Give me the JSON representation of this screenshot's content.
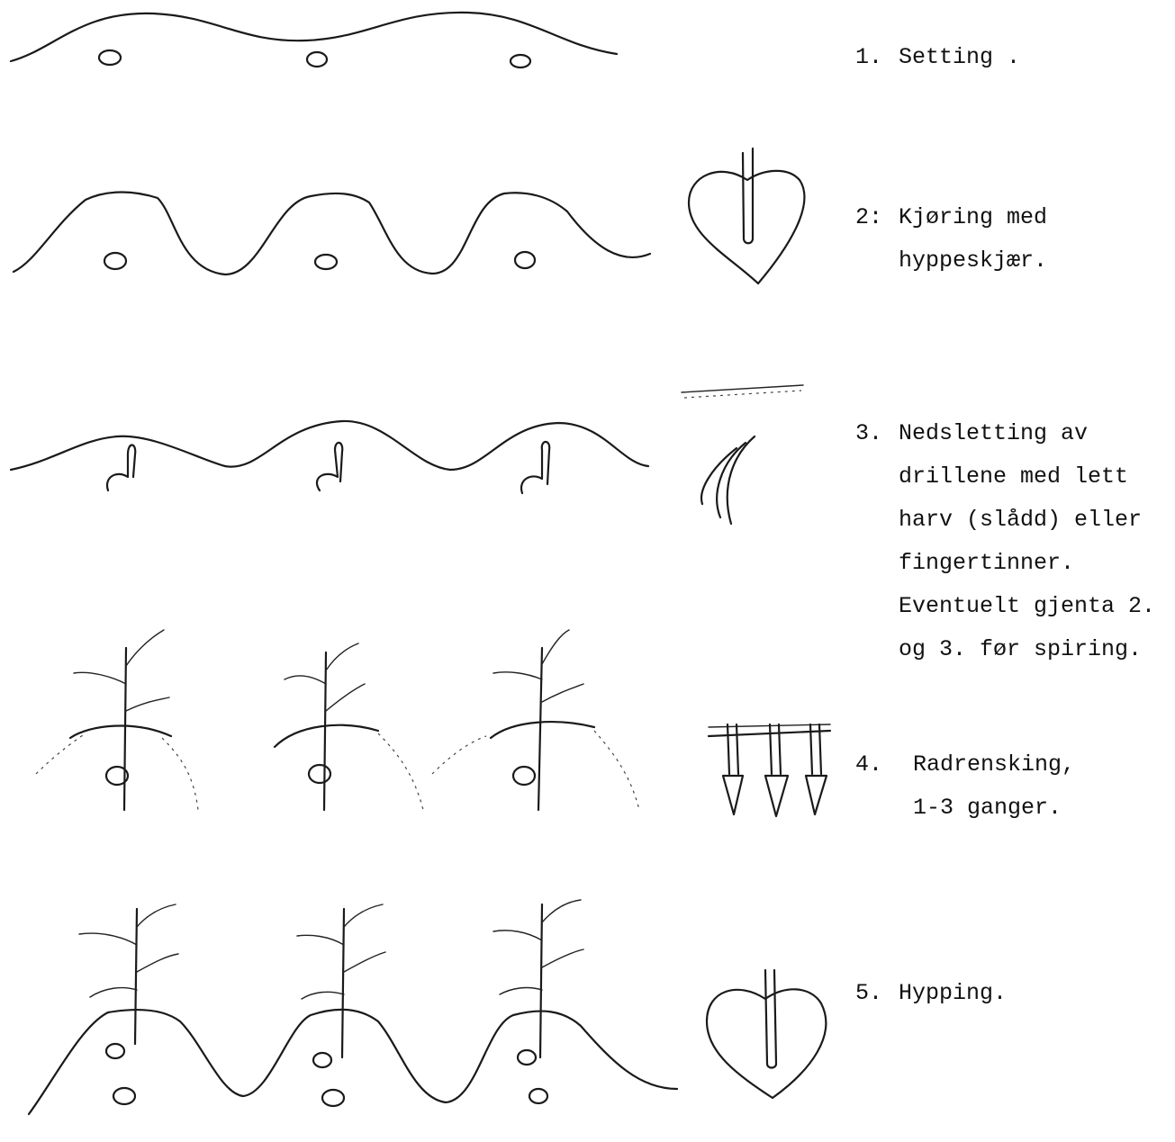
{
  "steps": [
    {
      "number": "1.",
      "lines": [
        "Setting ."
      ]
    },
    {
      "number": "2:",
      "lines": [
        "Kjøring med",
        "hyppeskjær."
      ]
    },
    {
      "number": "3.",
      "lines": [
        "Nedsletting av",
        "drillene med lett",
        "harv (slådd) eller",
        "fingertinner.",
        "Eventuelt gjenta 2.",
        "og 3. før spiring."
      ]
    },
    {
      "number": "4.",
      "lines": [
        "Radrensking,",
        "1-3 ganger."
      ]
    },
    {
      "number": "5.",
      "lines": [
        "Hypping."
      ]
    }
  ],
  "icons": {
    "row1": "soil-ridge-with-seed-potatoes",
    "row2": "high-ridges-with-seed-potatoes",
    "row2_tool": "heart-shaped-ridger-share-icon",
    "row3": "flattened-ridges-with-sprouting-potatoes",
    "row3_tool": "harrow-finger-tines-icon",
    "row4": "young-potato-plants",
    "row4_tool": "row-cleaner-tines-icon",
    "row5": "hilled-potato-plants",
    "row5_tool": "hilling-share-icon"
  }
}
